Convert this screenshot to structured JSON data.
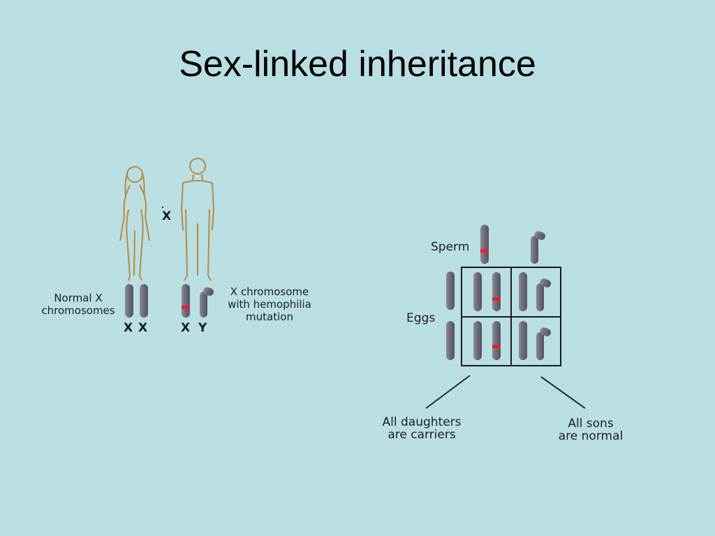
{
  "slide": {
    "title": "Sex-linked inheritance"
  },
  "parents": {
    "cross_symbol": "X",
    "female_label": "Normal X\nchromosomes",
    "male_label": "X chromosome\nwith hemophilia\nmutation",
    "female_genotype": [
      "X",
      "X"
    ],
    "male_genotype": [
      "X",
      "Y"
    ]
  },
  "punnett": {
    "sperm_label": "Sperm",
    "eggs_label": "Eggs",
    "daughters_caption": "All daughters\nare carriers",
    "sons_caption": "All sons\nare normal"
  },
  "colors": {
    "background": "#b9dfe3",
    "chromosome": "#6f6d7c",
    "mutation": "#e8202a",
    "figure_outline": "#b8893f"
  },
  "icons": [
    "female-figure-icon",
    "male-figure-icon",
    "chromosome-icon"
  ]
}
